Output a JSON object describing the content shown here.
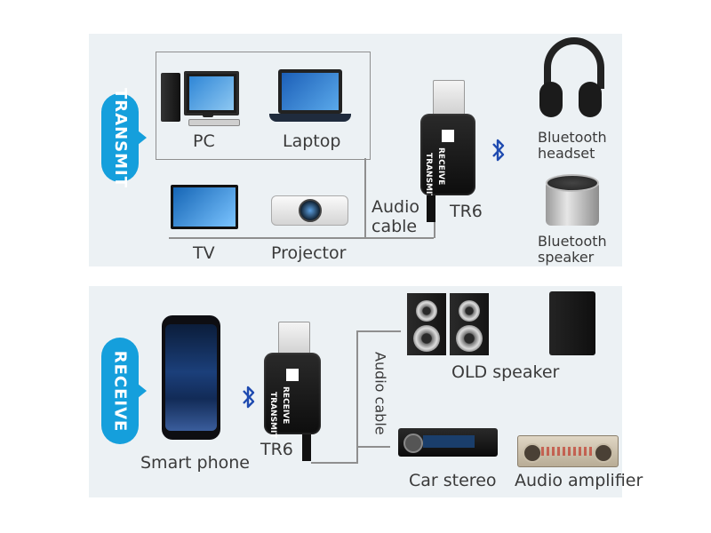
{
  "transmit": {
    "tab": "TRANSMIT",
    "pc": "PC",
    "laptop": "Laptop",
    "tv": "TV",
    "projector": "Projector",
    "audio_cable": [
      "Audio",
      "cable"
    ],
    "device": "TR6",
    "adapter_text": [
      "RECEIVE",
      "TRANSMIT"
    ],
    "headset": [
      "Bluetooth",
      "headset"
    ],
    "speaker": [
      "Bluetooth",
      "speaker"
    ]
  },
  "receive": {
    "tab": "RECEIVE",
    "phone": "Smart phone",
    "device": "TR6",
    "adapter_text": [
      "RECEIVE",
      "TRANSMIT"
    ],
    "audio_cable": "Audio cable",
    "old_speaker": "OLD speaker",
    "car_stereo": "Car stereo",
    "amplifier": "Audio amplifier"
  },
  "icons": {
    "bluetooth": "bluetooth-icon"
  },
  "colors": {
    "accent": "#159fdc",
    "panel": "#ecf1f4",
    "bluetooth": "#1f4bb0"
  }
}
